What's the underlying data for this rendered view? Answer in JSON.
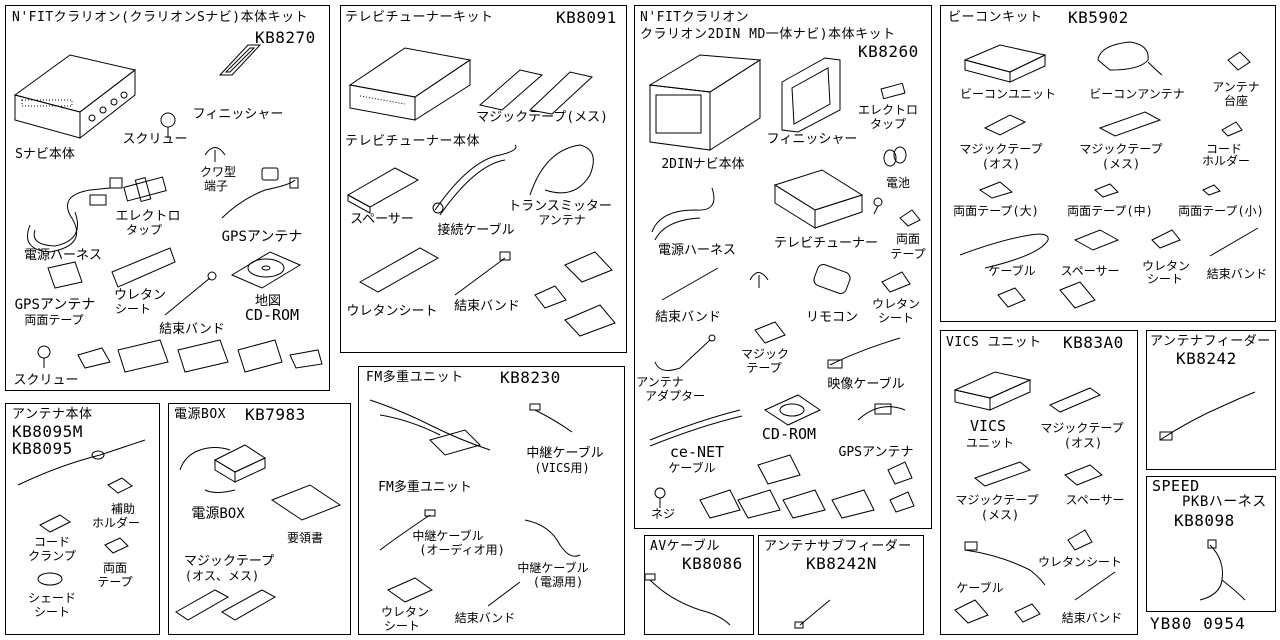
{
  "diagram_code": "YB80 0954",
  "panels": {
    "s_navi": {
      "title": "N'FITクラリオン(クラリオンSナビ)本体キット",
      "code": "KB8270",
      "items": [
        "Sナビ本体",
        "スクリュー",
        "フィニッシャー",
        "クワ型",
        "端子",
        "エレクトロ",
        "タップ",
        "電源ハーネス",
        "GPSアンテナ",
        "GPSアンテナ",
        "両面テープ",
        "ウレタン",
        "シート",
        "地図",
        "CD-ROM",
        "結束バンド",
        "スクリュー"
      ]
    },
    "tv_tuner": {
      "title": "テレビチューナーキット",
      "code": "KB8091",
      "items": [
        "テレビチューナー本体",
        "マジックテープ(メス)",
        "スペーサー",
        "接続ケーブル",
        "トランスミッター",
        "アンテナ",
        "ウレタンシート",
        "結束バンド"
      ]
    },
    "md_navi": {
      "title_line1": "N'FITクラリオン",
      "title_line2": "クラリオン2DIN MD一体ナビ)本体キット",
      "code": "KB8260",
      "items": [
        "フィニッシャー",
        "エレクトロ",
        "タップ",
        "2DINナビ本体",
        "電池",
        "電源ハーネス",
        "テレビチューナー",
        "両面",
        "テープ",
        "結束バンド",
        "リモコン",
        "ウレタン",
        "シート",
        "マジック",
        "テープ",
        "映像ケーブル",
        "アンテナ",
        "アダプター",
        "CD-ROM",
        "GPSアンテナ",
        "ce-NET",
        "ケーブル",
        "ネジ"
      ]
    },
    "beacon": {
      "title": "ビーコンキット",
      "code": "KB5902",
      "items": [
        "ビーコンユニット",
        "ビーコンアンテナ",
        "アンテナ",
        "台座",
        "マジックテープ",
        "(オス)",
        "マジックテープ",
        "(メス)",
        "コード",
        "ホルダー",
        "両面テープ(大)",
        "両面テープ(中)",
        "両面テープ(小)",
        "ケーブル",
        "スペーサー",
        "ウレタン",
        "シート",
        "結束バンド"
      ]
    },
    "antenna_body": {
      "title": "アンテナ本体",
      "code1": "KB8095M",
      "code2": "KB8095",
      "items": [
        "補助",
        "ホルダー",
        "コード",
        "クランプ",
        "両面",
        "テープ",
        "シェード",
        "シート"
      ]
    },
    "power_box": {
      "title": "電源BOX",
      "code": "KB7983",
      "items": [
        "電源BOX",
        "要領書",
        "マジックテープ",
        "(オス、メス)"
      ]
    },
    "fm": {
      "title": "FM多重ユニット",
      "code": "KB8230",
      "items": [
        "中継ケーブル",
        "(VICS用)",
        "FM多重ユニット",
        "中継ケーブル",
        "(オーディオ用)",
        "中継ケーブル",
        "(電源用)",
        "ウレタン",
        "シート",
        "結束バンド"
      ]
    },
    "av_cable": {
      "title": "AVケーブル",
      "code": "KB8086"
    },
    "antenna_sub": {
      "title": "アンテナサブフィーダー",
      "code": "KB8242N"
    },
    "vics": {
      "title": "VICS ユニット",
      "code": "KB83A0",
      "items": [
        "VICS",
        "ユニット",
        "マジックテープ",
        "(オス)",
        "マジックテープ",
        "(メス)",
        "スペーサー",
        "ケーブル",
        "ウレタンシート",
        "結束バンド"
      ]
    },
    "antenna_feeder": {
      "title": "アンテナフィーダー",
      "code": "KB8242"
    },
    "speed": {
      "title": "SPEED",
      "subtitle": "PKBハーネス",
      "code": "KB8098"
    }
  }
}
